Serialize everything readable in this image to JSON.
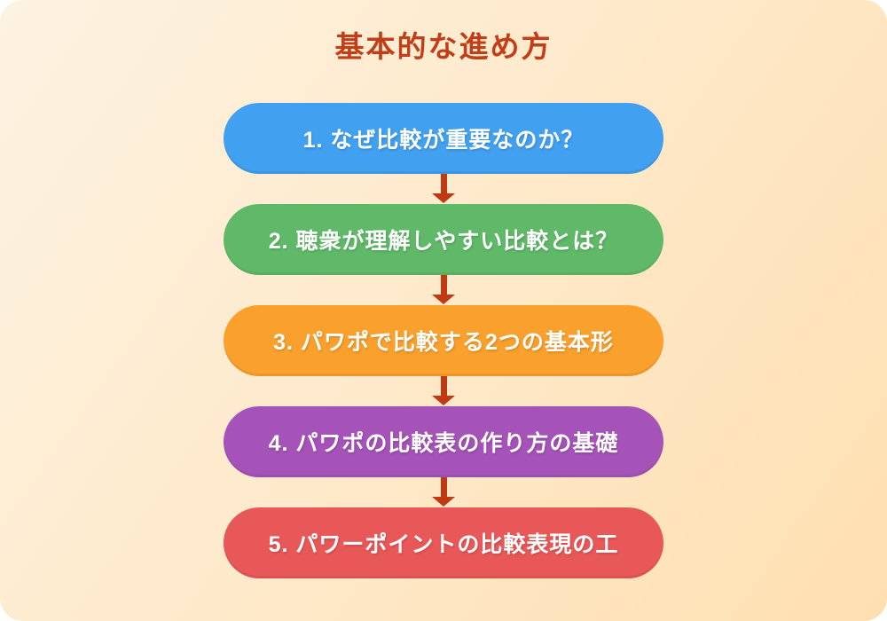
{
  "diagram": {
    "title": "基本的な進め方",
    "title_color": "#c23e18",
    "arrow_color": "#bf3a12",
    "background_gradient": {
      "from": "#fdf3e2",
      "to": "#ffdfb1"
    },
    "text_color": "#ffffff",
    "steps": [
      {
        "label": "1. なぜ比較が重要なのか？",
        "color": "#42a0f0"
      },
      {
        "label": "2. 聴衆が理解しやすい比較とは？",
        "color": "#5fb968"
      },
      {
        "label": "3. パワポで比較する2つの基本形",
        "color": "#f9a02d"
      },
      {
        "label": "4. パワポの比較表の作り方の基礎",
        "color": "#a553b8"
      },
      {
        "label": "5. パワーポイントの比較表現の工",
        "color": "#e95858"
      }
    ]
  }
}
